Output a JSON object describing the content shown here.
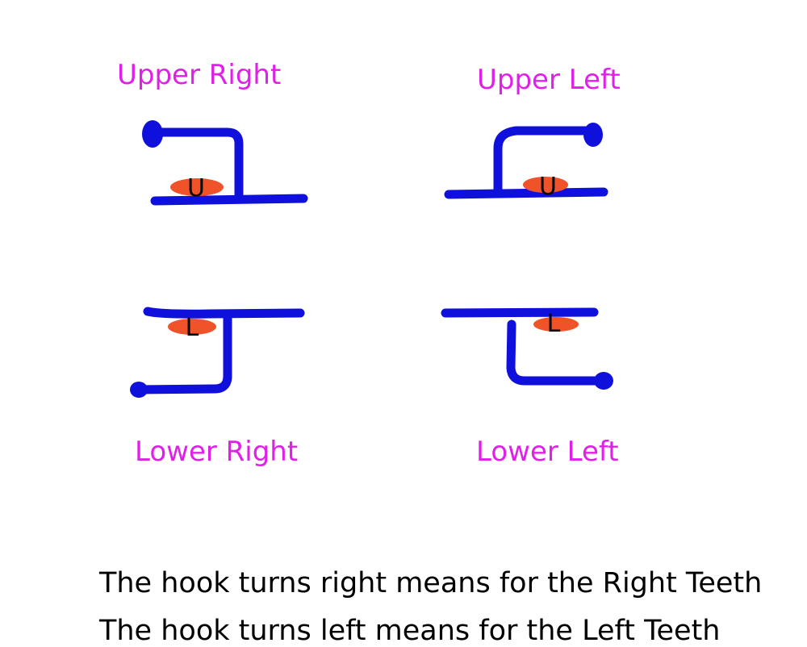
{
  "quadrants": {
    "upper_right": {
      "label": "Upper Right",
      "marker": "U"
    },
    "upper_left": {
      "label": "Upper Left",
      "marker": "U"
    },
    "lower_right": {
      "label": "Lower Right",
      "marker": "L"
    },
    "lower_left": {
      "label": "Lower Left",
      "marker": "L"
    }
  },
  "captions": {
    "line1": "The hook turns right means for the Right Teeth",
    "line2": "The hook turns left means for the Left Teeth"
  },
  "colors": {
    "label": "#e020e8",
    "hook_stroke": "#1010dd",
    "marker_fill": "#f0522a",
    "marker_text": "#000000",
    "caption_text": "#000000"
  }
}
